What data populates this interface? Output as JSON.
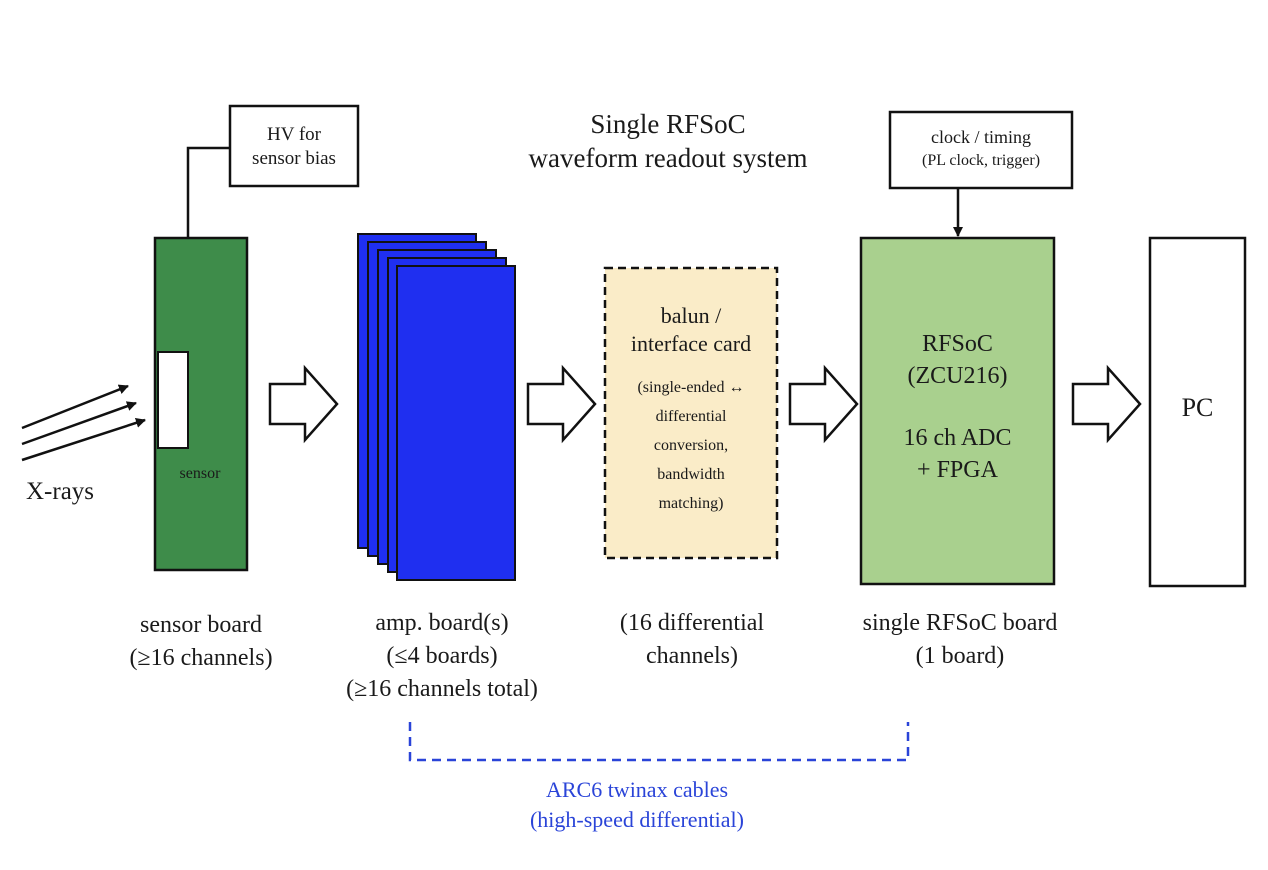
{
  "title": {
    "line1": "Single RFSoC",
    "line2": "waveform readout system"
  },
  "hv_box": {
    "line1": "HV for",
    "line2": "sensor bias"
  },
  "clock_box": {
    "line1": "clock / timing",
    "line2": "(PL clock, trigger)"
  },
  "xray_label": "X-rays",
  "sensor_label": "sensor",
  "balun_box": {
    "title1": "balun /",
    "title2": "interface card",
    "detail1": "(single-ended ↔",
    "detail2": "differential",
    "detail3": "conversion,",
    "detail4": "bandwidth",
    "detail5": "matching)"
  },
  "rfsoc_box": {
    "line1": "RFSoC",
    "line2": "(ZCU216)",
    "line3": "16 ch ADC",
    "line4": "+ FPGA"
  },
  "pc_label": "PC",
  "captions": {
    "sensor_board": {
      "line1": "sensor board",
      "line2": "(≥16 channels)"
    },
    "amp_board": {
      "line1": "amp. board(s)",
      "line2": "(≤4 boards)",
      "line3": "(≥16 channels total)"
    },
    "differential": {
      "line1": "(16 differential",
      "line2": "channels)"
    },
    "rfsoc_board": {
      "line1": "single RFSoC board",
      "line2": "(1 board)"
    }
  },
  "cable_note": {
    "line1": "ARC6 twinax cables",
    "line2": "(high-speed differential)"
  },
  "colors": {
    "sensor_board": "#3e8c4a",
    "amp_board": "#1f2ff0",
    "balun_fill": "#faecc8",
    "rfsoc_fill": "#a9d08e",
    "cable_blue": "#2a44d8"
  }
}
